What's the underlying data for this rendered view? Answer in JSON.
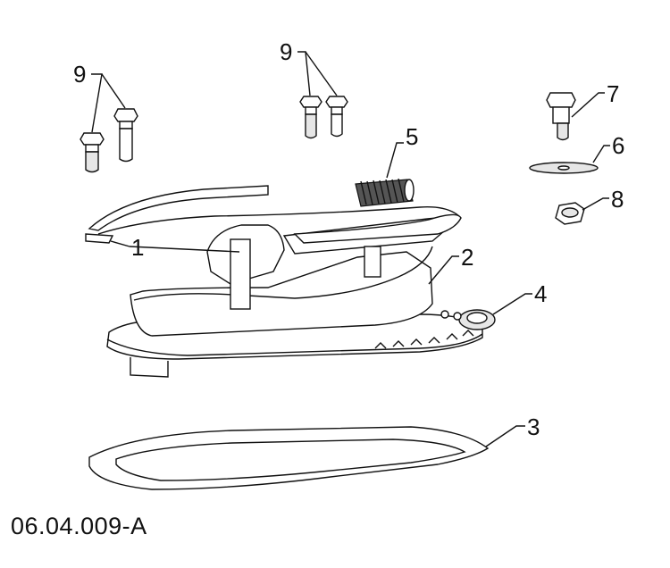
{
  "callouts": {
    "part_1": "1",
    "part_2": "2",
    "part_3": "3",
    "part_4": "4",
    "part_5": "5",
    "part_6": "6",
    "part_7": "7",
    "part_8": "8",
    "part_9_left": "9",
    "part_9_right": "9"
  },
  "figure_code": "06.04.009-A"
}
